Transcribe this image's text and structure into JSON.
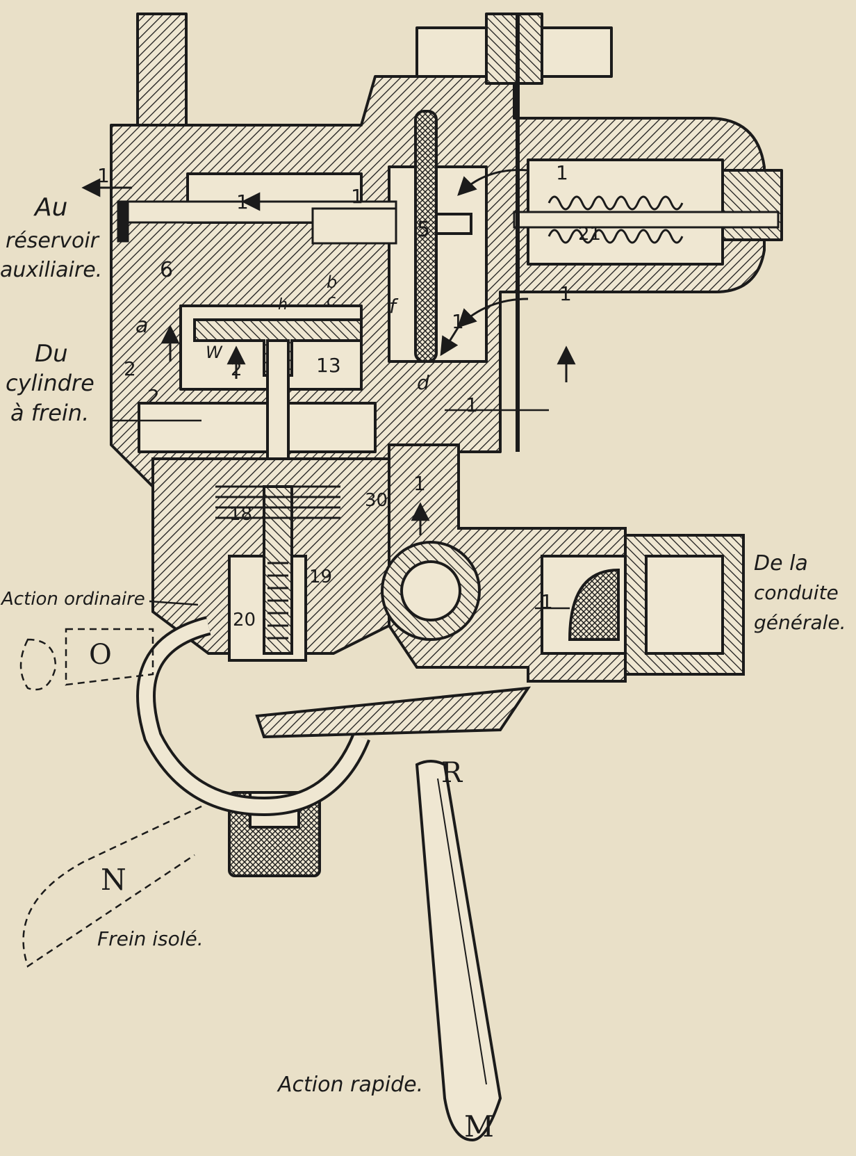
{
  "labels": {
    "au": "Au",
    "reservoir": "réservoir",
    "auxiliaire": "auxiliaire.",
    "du": "Du",
    "cylindre": "cylindre",
    "a_frein": "à frein.",
    "de_la": "De la",
    "conduite": "conduite",
    "generale": "générale.",
    "action_ordinaire": "Action ordinaire",
    "action_rapide": "Action rapide.",
    "frein_isole": "Frein isolé."
  },
  "part_numbers": {
    "n1": "1",
    "n2": "2",
    "n5": "5",
    "n6": "6",
    "n13": "13",
    "n18": "18",
    "n19": "19",
    "n20": "20",
    "n21": "21",
    "n30": "30"
  },
  "letters": {
    "a": "a",
    "b": "b",
    "c": "c",
    "d": "d",
    "f": "f",
    "h": "h",
    "w": "W",
    "o": "O",
    "n": "N",
    "r": "R",
    "m": "M"
  },
  "colors": {
    "ink": "#1b1b1b",
    "paper": "#e9e0c8"
  }
}
